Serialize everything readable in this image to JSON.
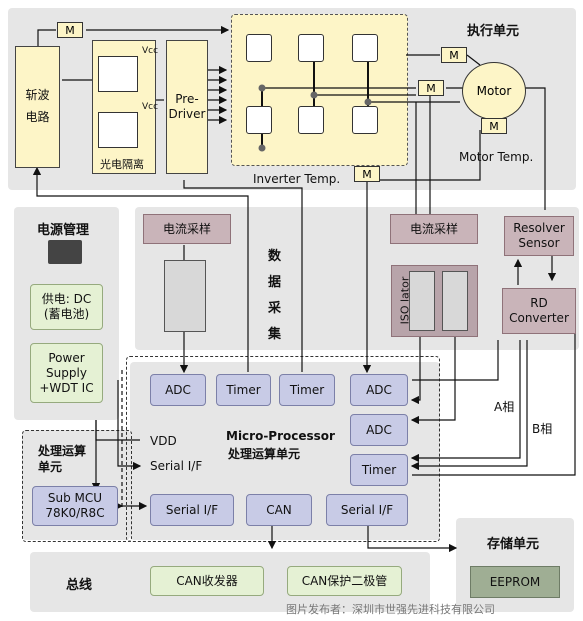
{
  "sections": {
    "execution": "执行单元",
    "power_mgmt": "电源管理",
    "data_acq": "数据采集",
    "processing": "处理运算单元",
    "bus": "总线",
    "storage": "存储单元"
  },
  "blocks": {
    "chopper": "斩波电路",
    "opto": "光电隔离",
    "pre_driver": "Pre-Driver",
    "motor": "Motor",
    "inverter_temp": "Inverter Temp.",
    "motor_temp": "Motor Temp.",
    "vcc": "Vcc",
    "m": "M",
    "current_sample_1": "电流采样",
    "current_sample_2": "电流采样",
    "isolator": "ISO lator",
    "resolver_sensor": "Resolver Sensor",
    "rd_converter": "RD Converter",
    "supply_dc": "供电: DC (蓄电池)",
    "power_supply": "Power Supply +WDT IC",
    "adc_1": "ADC",
    "timer_1": "Timer",
    "timer_2": "Timer",
    "adc_2": "ADC",
    "adc_3": "ADC",
    "timer_3": "Timer",
    "mp_title": "Micro-Processor",
    "mp_subtitle": "处理运算单元",
    "vdd": "VDD",
    "serial_if_label": "Serial I/F",
    "sub_mcu": "Sub MCU 78K0/R8C",
    "serial_if_1": "Serial I/F",
    "can": "CAN",
    "serial_if_2": "Serial I/F",
    "can_transceiver": "CAN收发器",
    "can_diode": "CAN保护二极管",
    "eeprom": "EEPROM",
    "phase_a": "A相",
    "phase_b": "B相"
  },
  "footer": "图片发布者：深圳市世强先进科技有限公司"
}
